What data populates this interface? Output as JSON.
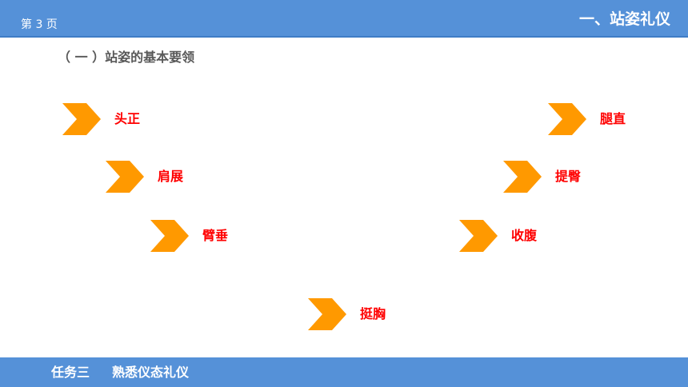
{
  "header": {
    "page_number": "第 3 页",
    "section_title": "一、站姿礼仪"
  },
  "main": {
    "subheading": "（ 一 ）站姿的基本要领",
    "points_left": [
      {
        "label": "头正"
      },
      {
        "label": "肩展"
      },
      {
        "label": "臂垂"
      }
    ],
    "points_right": [
      {
        "label": "腿直"
      },
      {
        "label": "提臀"
      },
      {
        "label": "收腹"
      }
    ],
    "point_bottom": {
      "label": "挺胸"
    }
  },
  "footer": {
    "task": "任务三",
    "topic": "熟悉仪态礼仪"
  },
  "colors": {
    "bar_blue": "#5591d8",
    "chevron_orange": "#ff9900",
    "label_red": "#ff0000",
    "subheading_gray": "#595959"
  },
  "icons": {
    "bullet": "chevron-right-icon"
  }
}
